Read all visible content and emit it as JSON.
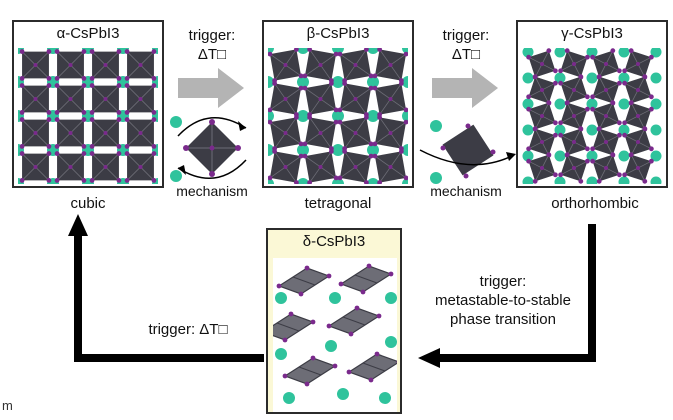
{
  "top_caption": "",
  "panels": {
    "alpha": {
      "title": "α-CsPbI3",
      "phase": "cubic"
    },
    "beta": {
      "title": "β-CsPbI3",
      "phase": "tetragonal"
    },
    "gamma": {
      "title": "γ-CsPbI3",
      "phase": "orthorhombic"
    },
    "delta": {
      "title": "δ-CsPbI3"
    }
  },
  "triggers": {
    "t1_line1": "trigger:",
    "t1_line2": "ΔT□",
    "t2_line1": "trigger:",
    "t2_line2": "ΔT□",
    "t3_line1": "trigger:",
    "t3_line2": "metastable-to-stable",
    "t3_line3": "phase transition",
    "t4": "trigger: ΔT□"
  },
  "mechanism_1": "mechanism",
  "mechanism_2": "mechanism",
  "corner_text": "m",
  "colors": {
    "octahedron": "#3c3c45",
    "octahedron_light": "#6d6d76",
    "cs_atom": "#2fc39c",
    "iodine_atom": "#7a2a8c",
    "delta_bg": "#fbf8d6",
    "arrow_black": "#000000",
    "arrow_grey": "#b4b4b4"
  }
}
